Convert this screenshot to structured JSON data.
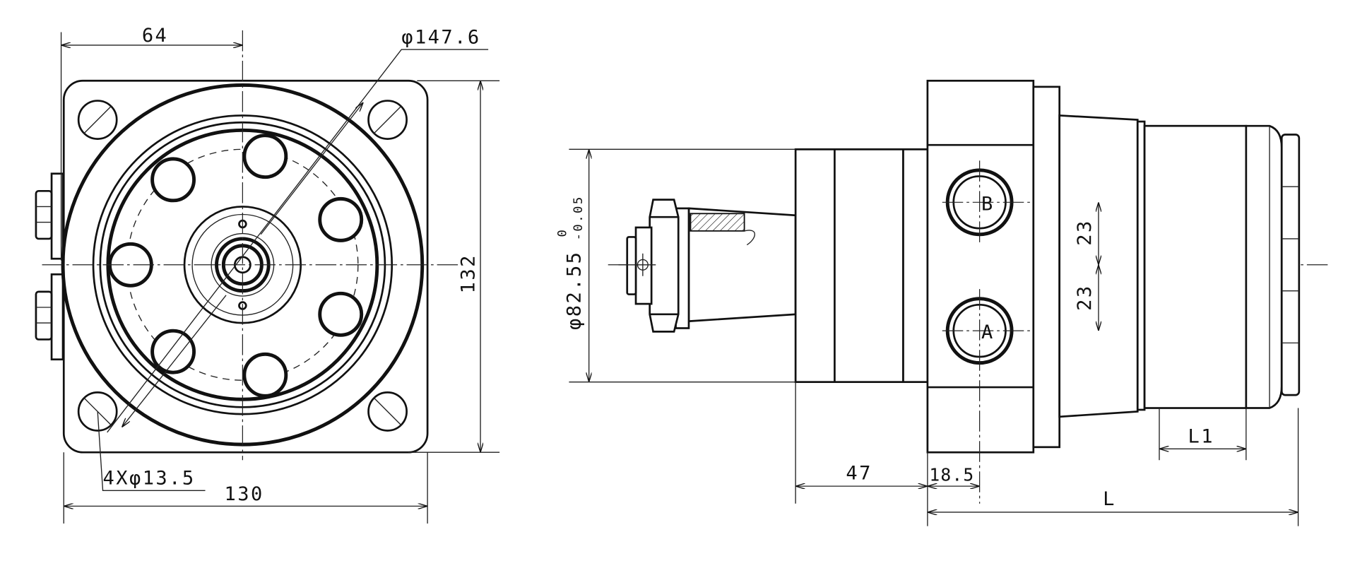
{
  "drawing": {
    "front_view": {
      "dim_64": "64",
      "dim_flange_circle": "φ147.6",
      "dim_height": "132",
      "dim_width": "130",
      "dim_mount_holes": "4Xφ13.5"
    },
    "side_view": {
      "dim_pilot": "φ82.55",
      "dim_pilot_upper_tol": "0",
      "dim_pilot_lower_tol": "-0.05",
      "port_b": "B",
      "port_a": "A",
      "dim_port_b_offset": "23",
      "dim_port_a_offset": "23",
      "dim_47": "47",
      "dim_18_5": "18.5",
      "dim_L": "L",
      "dim_L1": "L1"
    }
  }
}
